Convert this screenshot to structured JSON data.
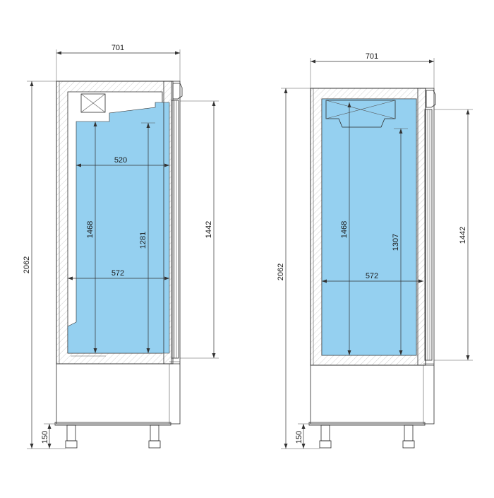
{
  "colors": {
    "interior": "#95d0f0",
    "line": "#2a2a2a",
    "hatch": "#b9b9b9"
  },
  "left_drawing": {
    "overall_width": "701",
    "overall_height": "2062",
    "leg_height": "150",
    "door_height": "1442",
    "interior_height": "1468",
    "shelf_height": "1281",
    "upper_width": "520",
    "lower_width": "572"
  },
  "right_drawing": {
    "overall_width": "701",
    "overall_height": "2062",
    "leg_height": "150",
    "door_height": "1442",
    "interior_height": "1468",
    "shelf_height": "1307",
    "lower_width": "572"
  }
}
